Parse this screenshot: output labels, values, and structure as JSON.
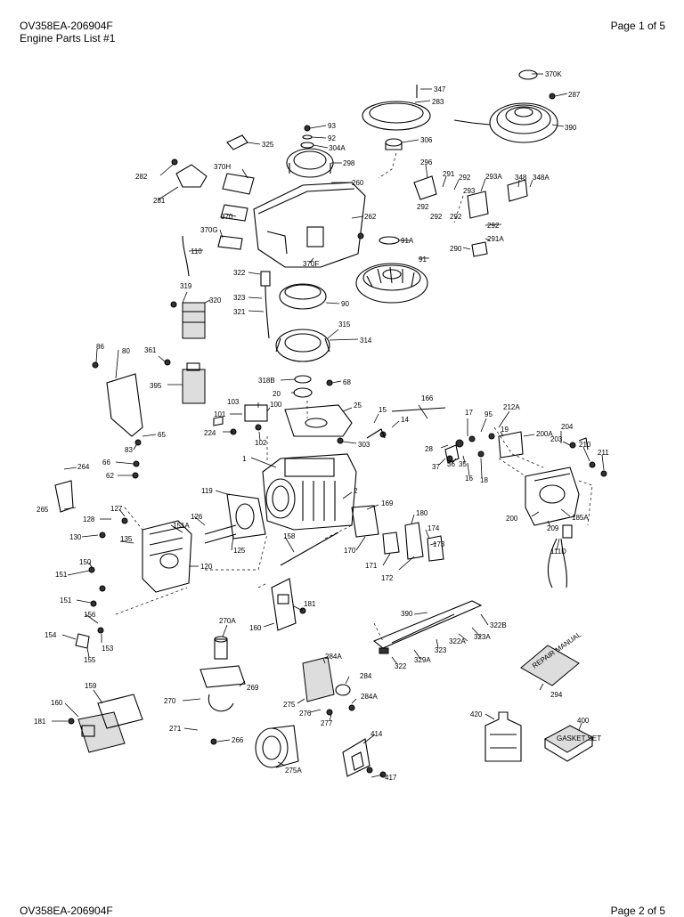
{
  "header": {
    "model": "OV358EA-206904F",
    "subtitle": "Engine Parts List #1",
    "page": "Page 1 of 5"
  },
  "footer": {
    "model": "OV358EA-206904F",
    "page": "Page 2 of 5"
  },
  "labels": {
    "p370K": "370K",
    "p347": "347",
    "p287": "287",
    "p283": "283",
    "p390": "390",
    "p93": "93",
    "p92": "92",
    "p304A": "304A",
    "p325": "325",
    "p306": "306",
    "p282": "282",
    "p370H": "370H",
    "p298": "298",
    "p281": "281",
    "p260": "260",
    "p296": "296",
    "p291": "291",
    "p292a": "292",
    "p293A": "293A",
    "p348": "348",
    "p348A": "348A",
    "p293": "293",
    "p292b": "292",
    "p292c": "292",
    "p292d": "292",
    "p370": "370",
    "p262": "262",
    "p370G": "370G",
    "p110": "110",
    "p291A": "291A",
    "p91A": "91A",
    "p290": "290",
    "p370F": "370F",
    "p91": "91",
    "p322": "322",
    "p319": "319",
    "p323": "323",
    "p320": "320",
    "p90": "90",
    "p321": "321",
    "p315": "315",
    "p314": "314",
    "p86": "86",
    "p80": "80",
    "p361": "361",
    "p395": "395",
    "p318B": "318B",
    "p68": "68",
    "p20": "20",
    "p103": "103",
    "p100": "100",
    "p166": "166",
    "p25": "25",
    "p15": "15",
    "p14": "14",
    "p17": "17",
    "p95": "95",
    "p212A": "212A",
    "p101": "101",
    "p224": "224",
    "p102": "102",
    "p303": "303",
    "p204": "204",
    "p19": "19",
    "p200A": "200A",
    "p83": "83",
    "p65": "65",
    "p28": "28",
    "p203": "203",
    "p210": "210",
    "p211": "211",
    "p66": "66",
    "p1": "1",
    "p37": "37",
    "p36": "36",
    "p35": "35",
    "p16": "16",
    "p18": "18",
    "p62": "62",
    "p264": "264",
    "p119": "119",
    "p2": "2",
    "p265": "265",
    "p127": "127",
    "p128": "128",
    "p169": "169",
    "p200": "200",
    "p185A": "185A",
    "p125": "125",
    "p180": "180",
    "p151A": "151A",
    "p209": "209",
    "p130": "130",
    "p135": "135",
    "p126": "126",
    "p158": "158",
    "p170": "170",
    "p174": "174",
    "p173": "173",
    "p171": "171",
    "p172": "172",
    "p111D": "111D",
    "p150": "150",
    "p120": "120",
    "p151a": "151",
    "p151b": "151",
    "p156": "156",
    "p181": "181",
    "p390b": "390",
    "p322B": "322B",
    "p154": "154",
    "p153": "153",
    "p160": "160",
    "p322A": "322A",
    "p323b": "323",
    "p323A": "323A",
    "p155": "155",
    "p322b": "322",
    "p329A": "329A",
    "p270A": "270A",
    "p284A": "284A",
    "p269": "269",
    "p284": "284",
    "p294": "294",
    "p159": "159",
    "p270": "270",
    "p275": "275",
    "p284Ab": "284A",
    "p160b": "160",
    "p276": "276",
    "p277": "277",
    "p420": "420",
    "p400": "400",
    "p181b": "181",
    "p271": "271",
    "p266": "266",
    "p414": "414",
    "p275A": "275A",
    "p417": "417"
  },
  "product_text": {
    "gasket_set": "GASKET SET",
    "manual": "REPAIR MANUAL"
  }
}
